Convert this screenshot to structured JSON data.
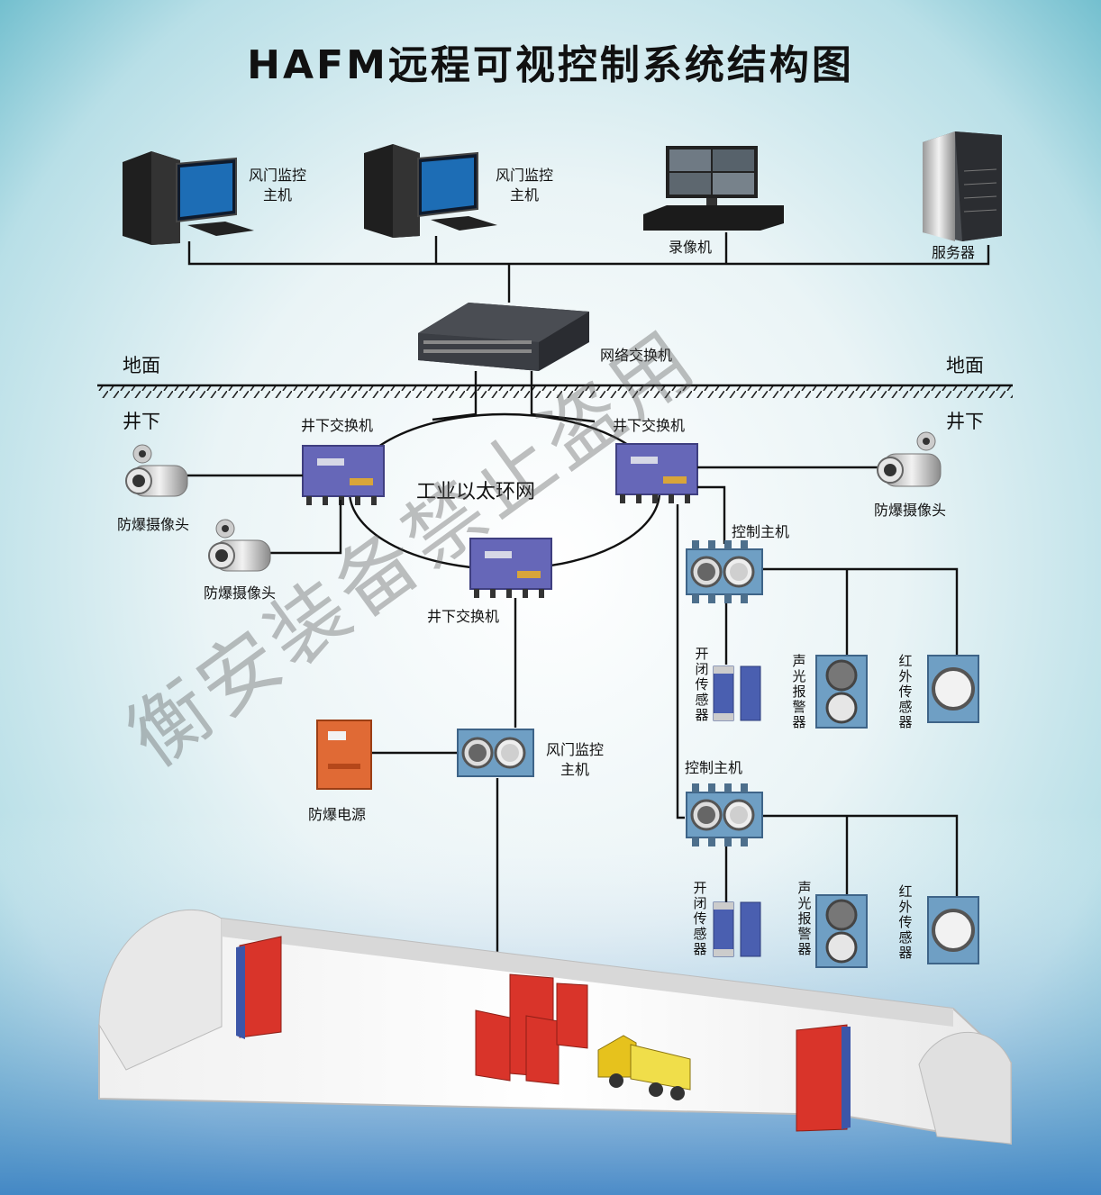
{
  "title": "HAFM远程可视控制系统结构图",
  "ground": {
    "above_left": "地面",
    "above_right": "地面",
    "below_left": "井下",
    "below_right": "井下"
  },
  "surface": {
    "pc1": {
      "label_line1": "风门监控",
      "label_line2": "主机"
    },
    "pc2": {
      "label_line1": "风门监控",
      "label_line2": "主机"
    },
    "recorder": {
      "label": "录像机"
    },
    "server": {
      "label": "服务器"
    },
    "switch": {
      "label": "网络交换机"
    }
  },
  "underground": {
    "ring_label": "工业以太环网",
    "switch_left": "井下交换机",
    "switch_right": "井下交换机",
    "switch_bottom": "井下交换机",
    "camera_left1": "防爆摄像头",
    "camera_left2": "防爆摄像头",
    "camera_right": "防爆摄像头",
    "door_monitor": {
      "label_line1": "风门监控",
      "label_line2": "主机"
    },
    "power": "防爆电源",
    "control1": {
      "label": "控制主机",
      "switch_sensor": "开闭传感器",
      "alarm": "声光报警器",
      "infrared": "红外传感器"
    },
    "control2": {
      "label": "控制主机",
      "switch_sensor": "开闭传感器",
      "alarm": "声光报警器",
      "infrared": "红外传感器"
    }
  },
  "watermark": "衡安装备禁止盗用",
  "colors": {
    "background_top": "#5fb8c9",
    "background_mid": "#eef6f7",
    "switch_body": "#6e6fbf",
    "control_body": "#6f9fc4",
    "door_red": "#d9342a",
    "door_blue": "#3c56a8",
    "power_orange": "#e06a35"
  }
}
